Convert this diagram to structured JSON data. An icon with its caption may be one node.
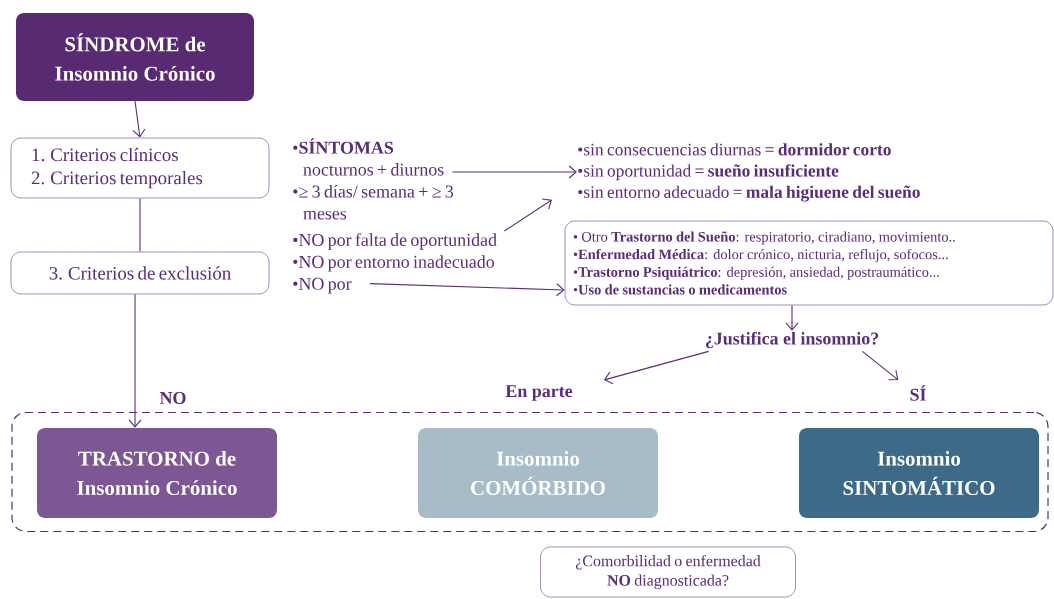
{
  "diagram": {
    "nodes": [
      {
        "text": [
          "SÍNDROME de Insomnio Crónico"
        ]
      },
      {
        "text": [
          "1. Criterios clínicos",
          "2. Criterios temporales"
        ]
      },
      {
        "text": [
          "3. Criterios de exclusión"
        ]
      },
      {
        "text": [
          "•**SÍNTOMAS** nocturnos + diurnos",
          "•≥ 3 días/ semana + ≥ 3 meses"
        ]
      },
      {
        "text": [
          "•NO por falta de oportunidad",
          "•NO por entorno inadecuado",
          "•NO por"
        ]
      },
      {
        "text": [
          "•sin consecuencias diurnas = **dormidor corto**",
          "•sin oportunidad = **sueño insuficiente**",
          "•sin entorno adecuado = **mala higiuene del sueño**"
        ]
      },
      {
        "text": [
          "• Otro **Trastorno del Sueño**: respiratorio, ciradiano, movimiento..",
          "•**Enfermedad Médica**: dolor crónico, nicturia, reflujo, sofocos...",
          "•**Trastorno Psiquiátrico**: depresión, ansiedad, postraumático...",
          "•**Uso de sustancias o medicamentos**"
        ]
      },
      {
        "text": [
          "¿Justifica el insomnio?"
        ]
      },
      {
        "text": [
          "En parte"
        ]
      },
      {
        "text": [
          "SÍ"
        ]
      },
      {
        "text": [],
        "shape": "box"
      },
      {
        "text": [
          "TRASTORNO de Insomnio Crónico"
        ],
        "in": 10
      },
      {
        "text": [
          "Insomnio COMÓRBIDO"
        ],
        "in": 10
      },
      {
        "text": [
          "Insomnio SINTOMÁTICO"
        ],
        "in": 10
      },
      {
        "text": [
          "¿Comorbilidad o enfermedad **NO** diagnosticada?"
        ]
      }
    ],
    "edges": [
      {
        "from": 0,
        "to": 1,
        "arrow": "to"
      },
      {
        "from": 1,
        "to": 2,
        "arrow": "none"
      },
      {
        "from": 2,
        "to": 11,
        "arrow": "to",
        "label": "NO"
      },
      {
        "from": 3,
        "to": 5,
        "arrow": "to"
      },
      {
        "from": 4,
        "to": 5,
        "arrow": "to"
      },
      {
        "from": 4,
        "to": 6,
        "arrow": "to"
      },
      {
        "from": 6,
        "to": 7,
        "arrow": "to"
      },
      {
        "from": 7,
        "to": 8,
        "arrow": "to"
      },
      {
        "from": 7,
        "to": 9,
        "arrow": "to"
      }
    ]
  }
}
